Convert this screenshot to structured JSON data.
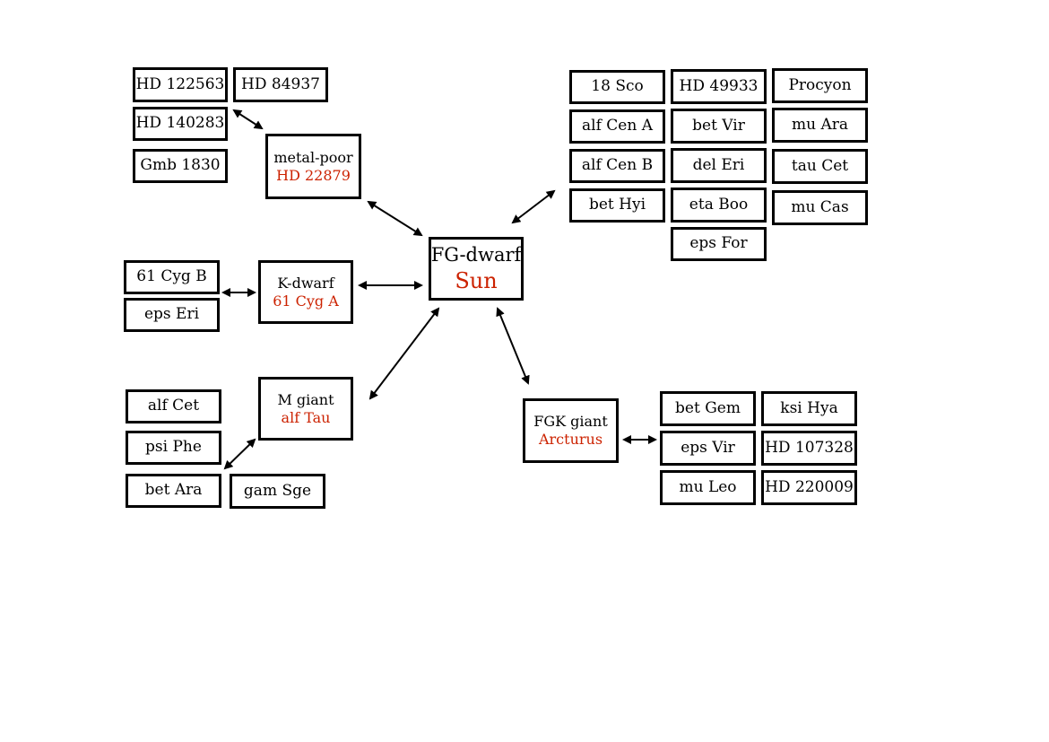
{
  "center": {
    "title": "FG-dwarf",
    "representative": "Sun"
  },
  "groups": {
    "metal_poor": {
      "title": "metal-poor",
      "representative": "HD 22879",
      "members": [
        "HD 122563",
        "HD 84937",
        "HD 140283",
        "Gmb 1830"
      ]
    },
    "k_dwarf": {
      "title": "K-dwarf",
      "representative": "61 Cyg A",
      "members": [
        "61 Cyg B",
        "eps Eri"
      ]
    },
    "m_giant": {
      "title": "M giant",
      "representative": "alf Tau",
      "members": [
        "alf Cet",
        "psi Phe",
        "bet Ara",
        "gam Sge"
      ]
    },
    "fgk_giant": {
      "title": "FGK giant",
      "representative": "Arcturus",
      "members": [
        "bet Gem",
        "ksi Hya",
        "eps Vir",
        "HD 107328",
        "mu Leo",
        "HD 220009"
      ]
    },
    "fg_dwarf": {
      "members": [
        "18 Sco",
        "HD 49933",
        "Procyon",
        "alf Cen A",
        "bet Vir",
        "mu Ara",
        "alf Cen B",
        "del Eri",
        "tau Cet",
        "bet Hyi",
        "eta Boo",
        "mu Cas",
        "eps For"
      ]
    }
  },
  "colors": {
    "representative": "#cc2200",
    "border": "#000000"
  }
}
